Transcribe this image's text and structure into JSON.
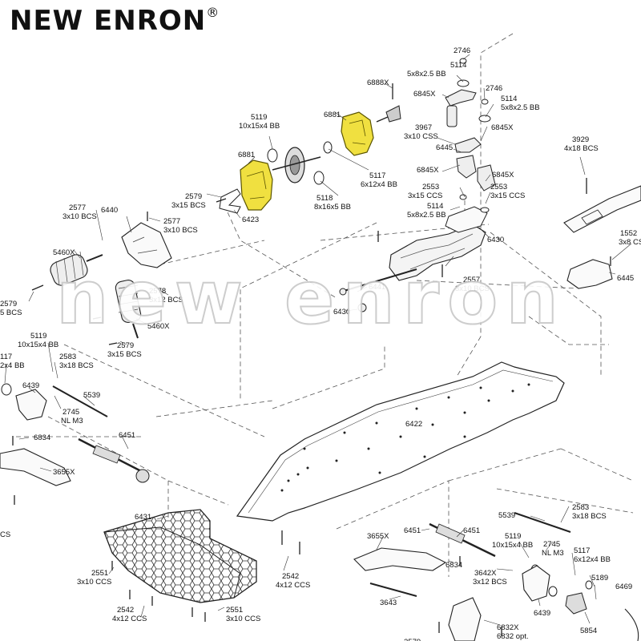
{
  "logo": {
    "text": "NEW ENRON",
    "mark": "®"
  },
  "watermark": {
    "text": "new enron"
  },
  "parts": [
    {
      "id": "p2746a",
      "lines": [
        "2746"
      ]
    },
    {
      "id": "p5114a",
      "lines": [
        "5114",
        "5x8x2.5 BB"
      ]
    },
    {
      "id": "p6888x",
      "lines": [
        "6888X"
      ]
    },
    {
      "id": "p6845xa",
      "lines": [
        "6845X"
      ]
    },
    {
      "id": "p2746b",
      "lines": [
        "2746"
      ]
    },
    {
      "id": "p5114b",
      "lines": [
        "5114",
        "5x8x2.5 BB"
      ]
    },
    {
      "id": "p5119a",
      "lines": [
        "5119",
        "10x15x4 BB"
      ]
    },
    {
      "id": "p6881a",
      "lines": [
        "6881"
      ]
    },
    {
      "id": "p3967",
      "lines": [
        "3967",
        "3x10 CSS"
      ]
    },
    {
      "id": "p6845xb",
      "lines": [
        "6845X"
      ]
    },
    {
      "id": "p6445a",
      "lines": [
        "6445"
      ]
    },
    {
      "id": "p3929",
      "lines": [
        "3929",
        "4x18 BCS"
      ]
    },
    {
      "id": "p6881b",
      "lines": [
        "6881"
      ]
    },
    {
      "id": "p5117a",
      "lines": [
        "5117",
        "6x12x4 BB"
      ]
    },
    {
      "id": "p6845xc",
      "lines": [
        "6845X"
      ]
    },
    {
      "id": "p6845xd",
      "lines": [
        "6845X"
      ]
    },
    {
      "id": "p2553a",
      "lines": [
        "2553",
        "3x15 CCS"
      ]
    },
    {
      "id": "p2553b",
      "lines": [
        "2553",
        "3x15 CCS"
      ]
    },
    {
      "id": "p2579a",
      "lines": [
        "2579",
        "3x15 BCS"
      ]
    },
    {
      "id": "p5118",
      "lines": [
        "5118",
        "8x16x5 BB"
      ]
    },
    {
      "id": "p5114c",
      "lines": [
        "5114",
        "5x8x2.5 BB"
      ]
    },
    {
      "id": "p2577a",
      "lines": [
        "2577",
        "3x10 BCS"
      ]
    },
    {
      "id": "p6440",
      "lines": [
        "6440"
      ]
    },
    {
      "id": "p2577b",
      "lines": [
        "2577",
        "3x10 BCS"
      ]
    },
    {
      "id": "p6423",
      "lines": [
        "6423"
      ]
    },
    {
      "id": "p6430a",
      "lines": [
        "6430"
      ]
    },
    {
      "id": "p1552",
      "lines": [
        "1552",
        "3x8 CS"
      ]
    },
    {
      "id": "p5460xa",
      "lines": [
        "5460X"
      ]
    },
    {
      "id": "p2557",
      "lines": [
        "2557",
        "3x10 BCS"
      ]
    },
    {
      "id": "p6445b",
      "lines": [
        "6445"
      ]
    },
    {
      "id": "p2578",
      "lines": [
        "2578",
        "3x12 BCS"
      ]
    },
    {
      "id": "p6441",
      "lines": [
        "6441"
      ]
    },
    {
      "id": "p2579b",
      "lines": [
        "2579",
        "5 BCS"
      ]
    },
    {
      "id": "p6430b",
      "lines": [
        "6430"
      ]
    },
    {
      "id": "p5460xb",
      "lines": [
        "5460X"
      ]
    },
    {
      "id": "p5119b",
      "lines": [
        "5119",
        "10x15x4 BB"
      ]
    },
    {
      "id": "p2579c",
      "lines": [
        "2579",
        "3x15 BCS"
      ]
    },
    {
      "id": "p5117b",
      "lines": [
        "117",
        "2x4 BB"
      ]
    },
    {
      "id": "p2583a",
      "lines": [
        "2583",
        "3x18 BCS"
      ]
    },
    {
      "id": "p6439a",
      "lines": [
        "6439"
      ]
    },
    {
      "id": "p5539a",
      "lines": [
        "5539"
      ]
    },
    {
      "id": "p2745a",
      "lines": [
        "2745",
        "NL M3"
      ]
    },
    {
      "id": "p6422",
      "lines": [
        "6422"
      ]
    },
    {
      "id": "p6834a",
      "lines": [
        "6834"
      ]
    },
    {
      "id": "p6451a",
      "lines": [
        "6451"
      ]
    },
    {
      "id": "p3655xa",
      "lines": [
        "3655X"
      ]
    },
    {
      "id": "p5539b",
      "lines": [
        "5539"
      ]
    },
    {
      "id": "p2583b",
      "lines": [
        "2583",
        "3x18 BCS"
      ]
    },
    {
      "id": "p6431",
      "lines": [
        "6431"
      ]
    },
    {
      "id": "p3655xb",
      "lines": [
        "3655X"
      ]
    },
    {
      "id": "p6451b",
      "lines": [
        "6451"
      ]
    },
    {
      "id": "p6451c",
      "lines": [
        "6451"
      ]
    },
    {
      "id": "p5119c",
      "lines": [
        "5119",
        "10x15x4 BB"
      ]
    },
    {
      "id": "p2745b",
      "lines": [
        "2745",
        "NL M3"
      ]
    },
    {
      "id": "p5117c",
      "lines": [
        "5117",
        "6x12x4 BB"
      ]
    },
    {
      "id": "pCCS",
      "lines": [
        "CS"
      ]
    },
    {
      "id": "p2551a",
      "lines": [
        "2551",
        "3x10 CCS"
      ]
    },
    {
      "id": "p6834b",
      "lines": [
        "6834"
      ]
    },
    {
      "id": "p2542a",
      "lines": [
        "2542",
        "4x12 CCS"
      ]
    },
    {
      "id": "p3642x",
      "lines": [
        "3642X",
        "3x12 BCS"
      ]
    },
    {
      "id": "p5189",
      "lines": [
        "5189"
      ]
    },
    {
      "id": "p6469",
      "lines": [
        "6469"
      ]
    },
    {
      "id": "p3643",
      "lines": [
        "3643"
      ]
    },
    {
      "id": "p6439b",
      "lines": [
        "6439"
      ]
    },
    {
      "id": "p5854",
      "lines": [
        "5854"
      ]
    },
    {
      "id": "p6832x",
      "lines": [
        "6832X",
        "6832 opt."
      ]
    },
    {
      "id": "p2542b",
      "lines": [
        "2542",
        "4x12 CCS"
      ]
    },
    {
      "id": "p2551b",
      "lines": [
        "2551",
        "3x10 CCS"
      ]
    },
    {
      "id": "p2579d",
      "lines": [
        "2579"
      ]
    }
  ]
}
